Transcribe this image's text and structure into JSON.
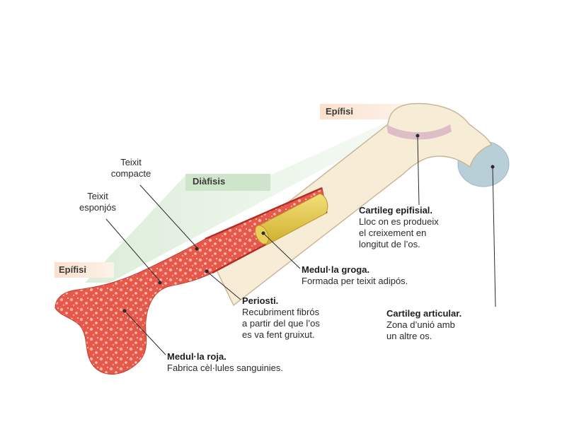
{
  "colors": {
    "bone_shaft": "#f7ecd6",
    "bone_outline": "#c9b79a",
    "marrow_red": "#e8584a",
    "marrow_light": "#f2a08e",
    "yellow_marrow": "#e6c94a",
    "epiphyseal_cartilage": "#d9b8c4",
    "articular_cartilage": "#b9cfd8",
    "diaphysis_panel": "#dbecd9",
    "epiphysis_panel": "#fbe6d6",
    "pointer_line": "#2a2a2a"
  },
  "tags": {
    "epifisi_top": "Epífisi",
    "diafisi": "Diàfisis",
    "epifisi_bottom": "Epífisi"
  },
  "labels": {
    "teixit_compacte": {
      "line1": "Teixit",
      "line2": "compacte"
    },
    "teixit_esponjos": {
      "line1": "Teixit",
      "line2": "esponjós"
    },
    "cartileg_epifisial": {
      "title": "Cartileg epifisial.",
      "line1": "Lloc on es produeix",
      "line2": "el creixement en",
      "line3": "longitut de l’os."
    },
    "medula_groga": {
      "title": "Medul·la groga.",
      "line1": "Formada per teixit adipós."
    },
    "periosti": {
      "title": "Periosti.",
      "line1": "Recubriment fibrós",
      "line2": "a partir del que l’os",
      "line3": "es va fent gruixut."
    },
    "cartileg_articular": {
      "title": "Cartileg articular.",
      "line1": "Zona d’unió amb",
      "line2": "un altre os."
    },
    "medula_roja": {
      "title": "Medul·la roja.",
      "line1": "Fabrica cèl·lules sanguinies."
    }
  }
}
